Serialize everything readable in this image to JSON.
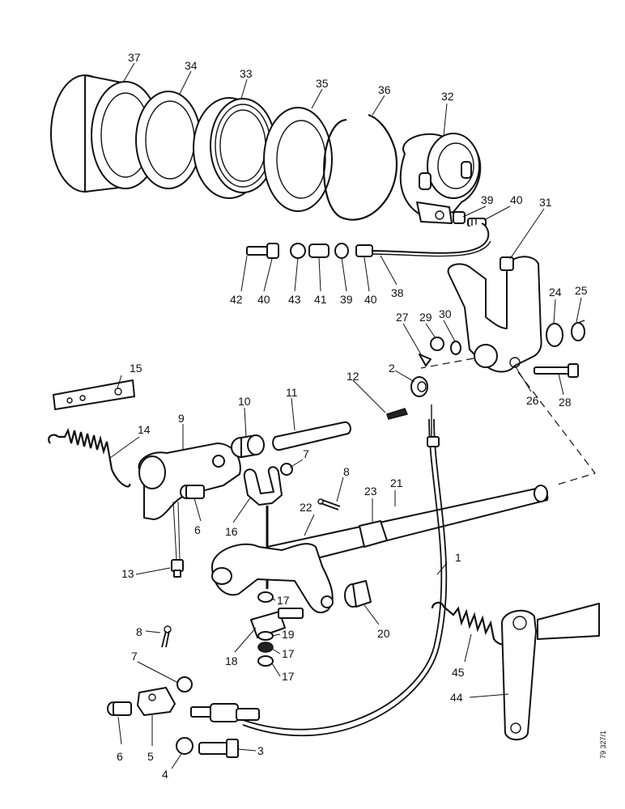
{
  "callouts": [
    "37",
    "34",
    "33",
    "35",
    "36",
    "32",
    "39",
    "40",
    "31",
    "42",
    "40",
    "43",
    "41",
    "39",
    "40",
    "38",
    "24",
    "25",
    "27",
    "29",
    "30",
    "15",
    "2",
    "12",
    "26",
    "28",
    "10",
    "11",
    "9",
    "14",
    "7",
    "8",
    "6",
    "16",
    "23",
    "21",
    "22",
    "13",
    "17",
    "1",
    "19",
    "18",
    "17",
    "17",
    "20",
    "45",
    "44",
    "8",
    "7",
    "6",
    "5",
    "4",
    "3"
  ],
  "reference_code": "79 327/1"
}
